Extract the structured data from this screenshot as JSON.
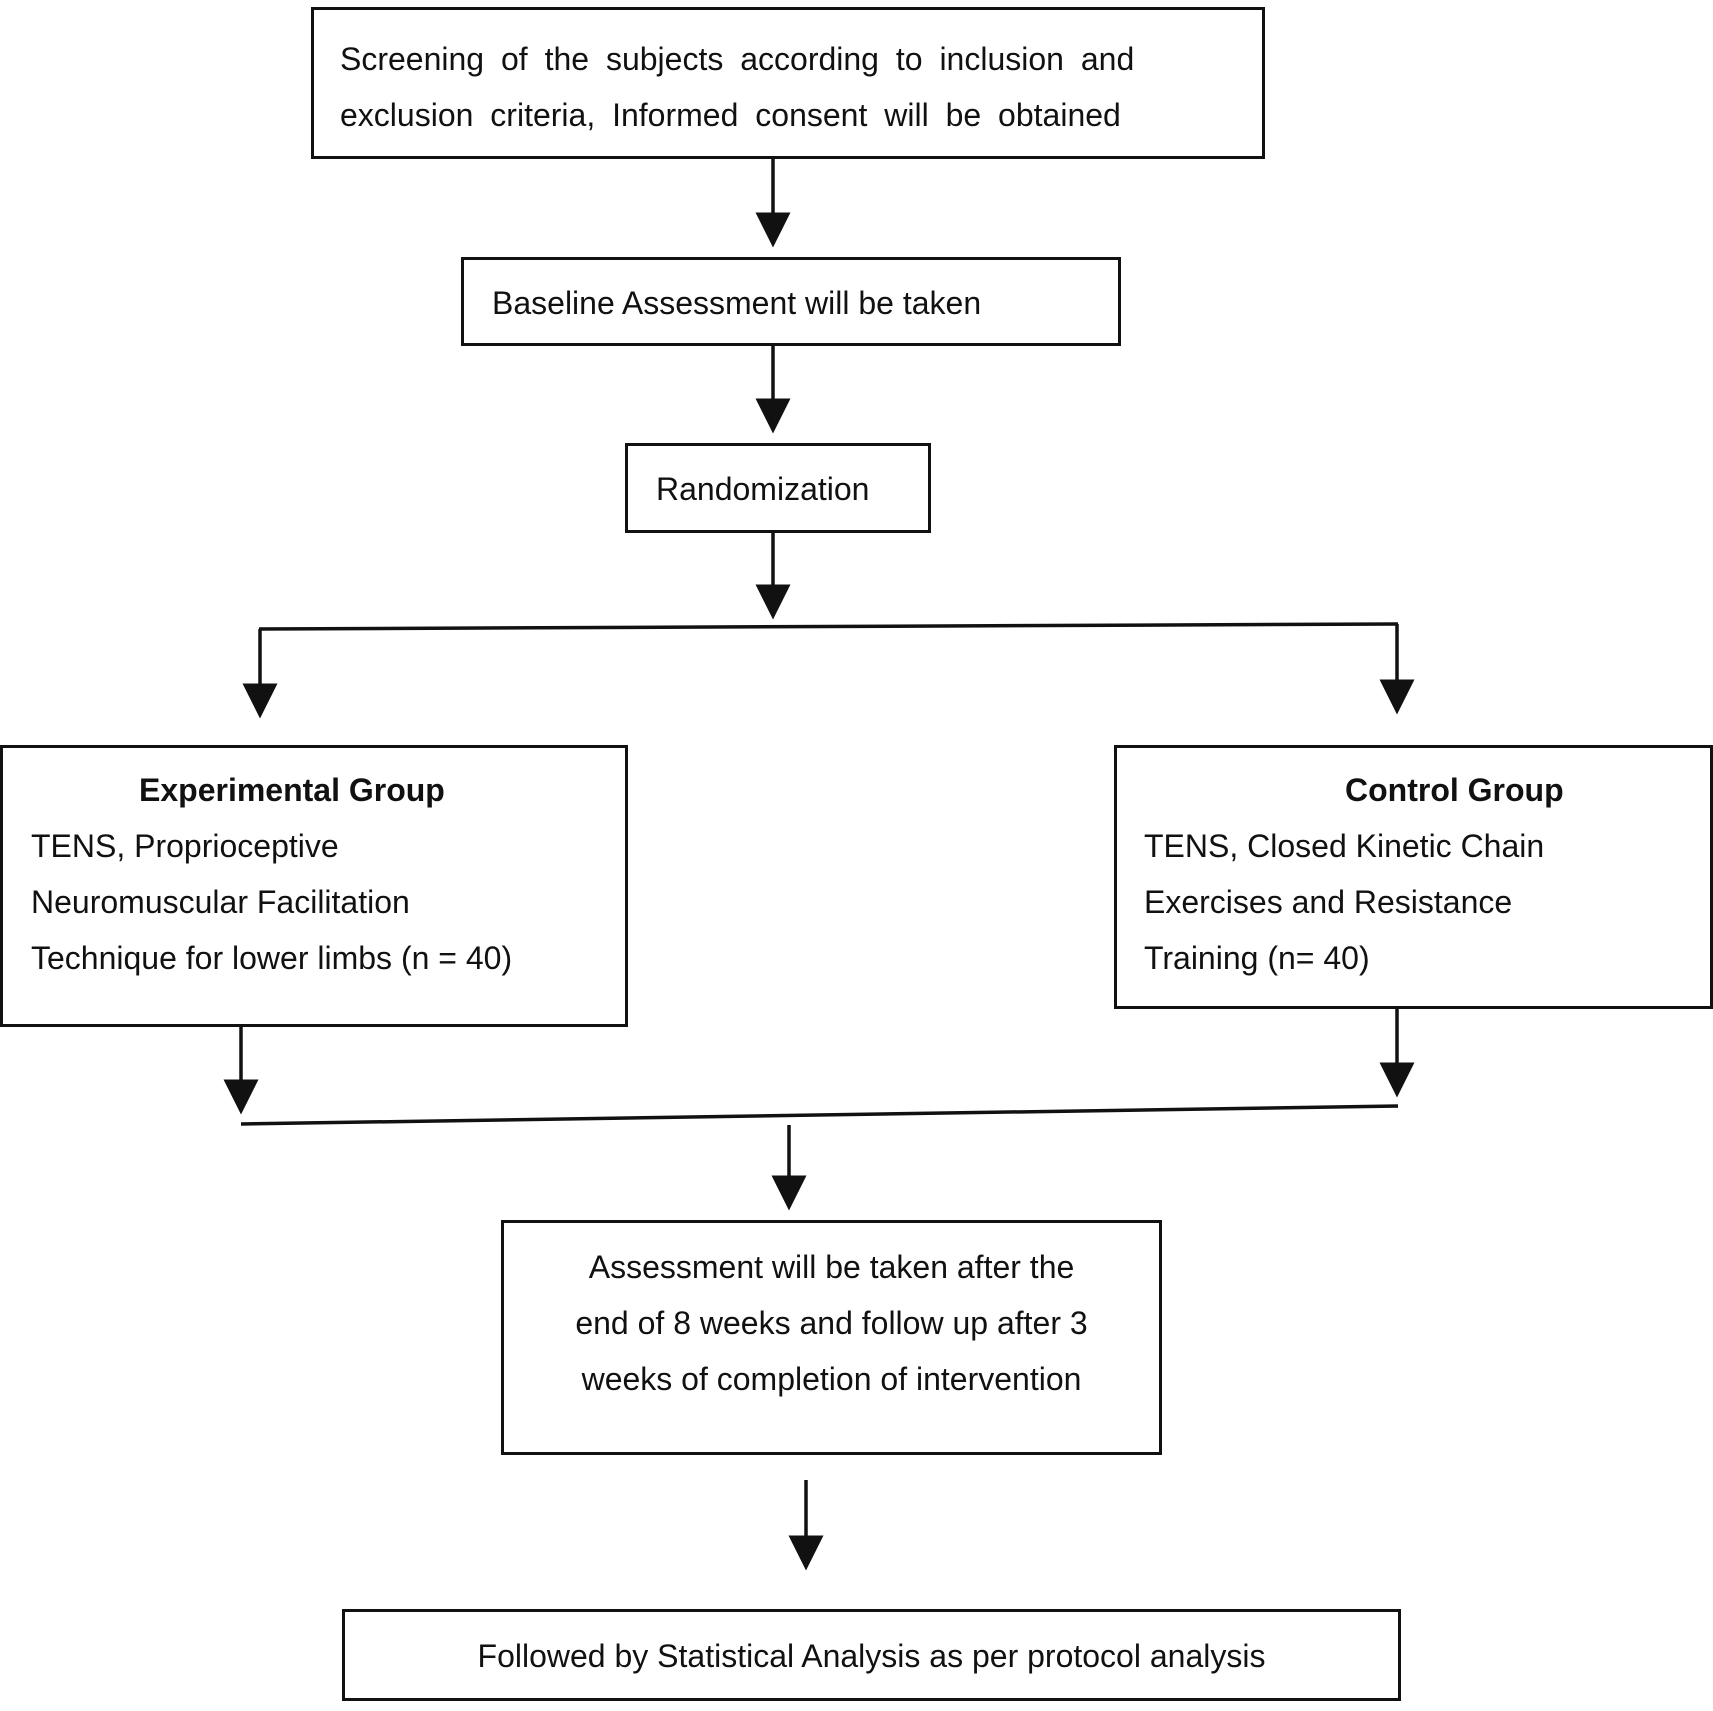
{
  "flowchart": {
    "screening": {
      "lines": [
        "Screening of the subjects according to inclusion and",
        "exclusion criteria, Informed consent will be obtained"
      ]
    },
    "baseline": {
      "text": "Baseline Assessment will be taken"
    },
    "randomization": {
      "text": "Randomization"
    },
    "experimental_group": {
      "heading": "Experimental Group",
      "lines": [
        "TENS, Proprioceptive",
        "Neuromuscular Facilitation",
        "Technique for lower limbs (n = 40)"
      ]
    },
    "control_group": {
      "heading": "Control Group",
      "lines": [
        "TENS, Closed Kinetic Chain",
        "Exercises and Resistance",
        "Training (n= 40)"
      ]
    },
    "follow_up_assessment": {
      "lines": [
        "Assessment will be taken after the",
        "end of 8 weeks and follow up after 3",
        "weeks of completion of intervention"
      ]
    },
    "analysis": {
      "text": "Followed by Statistical Analysis as per protocol analysis"
    }
  },
  "colors": {
    "line": "#111111",
    "background": "#ffffff"
  }
}
